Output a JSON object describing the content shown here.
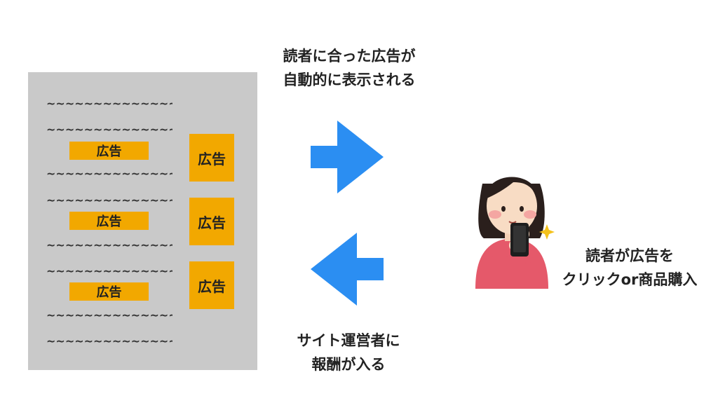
{
  "website": {
    "wave_text": "~~~~~~~~~~~~~~",
    "inline_ads": [
      "広告",
      "広告",
      "広告"
    ],
    "side_ads": [
      "広告",
      "広告",
      "広告"
    ]
  },
  "captions": {
    "top_line1": "読者に合った広告が",
    "top_line2": "自動的に表示される",
    "bottom_line1": "サイト運営者に",
    "bottom_line2": "報酬が入る",
    "reader_line1": "読者が広告を",
    "reader_line2": "クリックor商品購入"
  },
  "colors": {
    "arrow": "#2b8ef2",
    "ad": "#f2a800",
    "panel": "#c9c9c9"
  }
}
